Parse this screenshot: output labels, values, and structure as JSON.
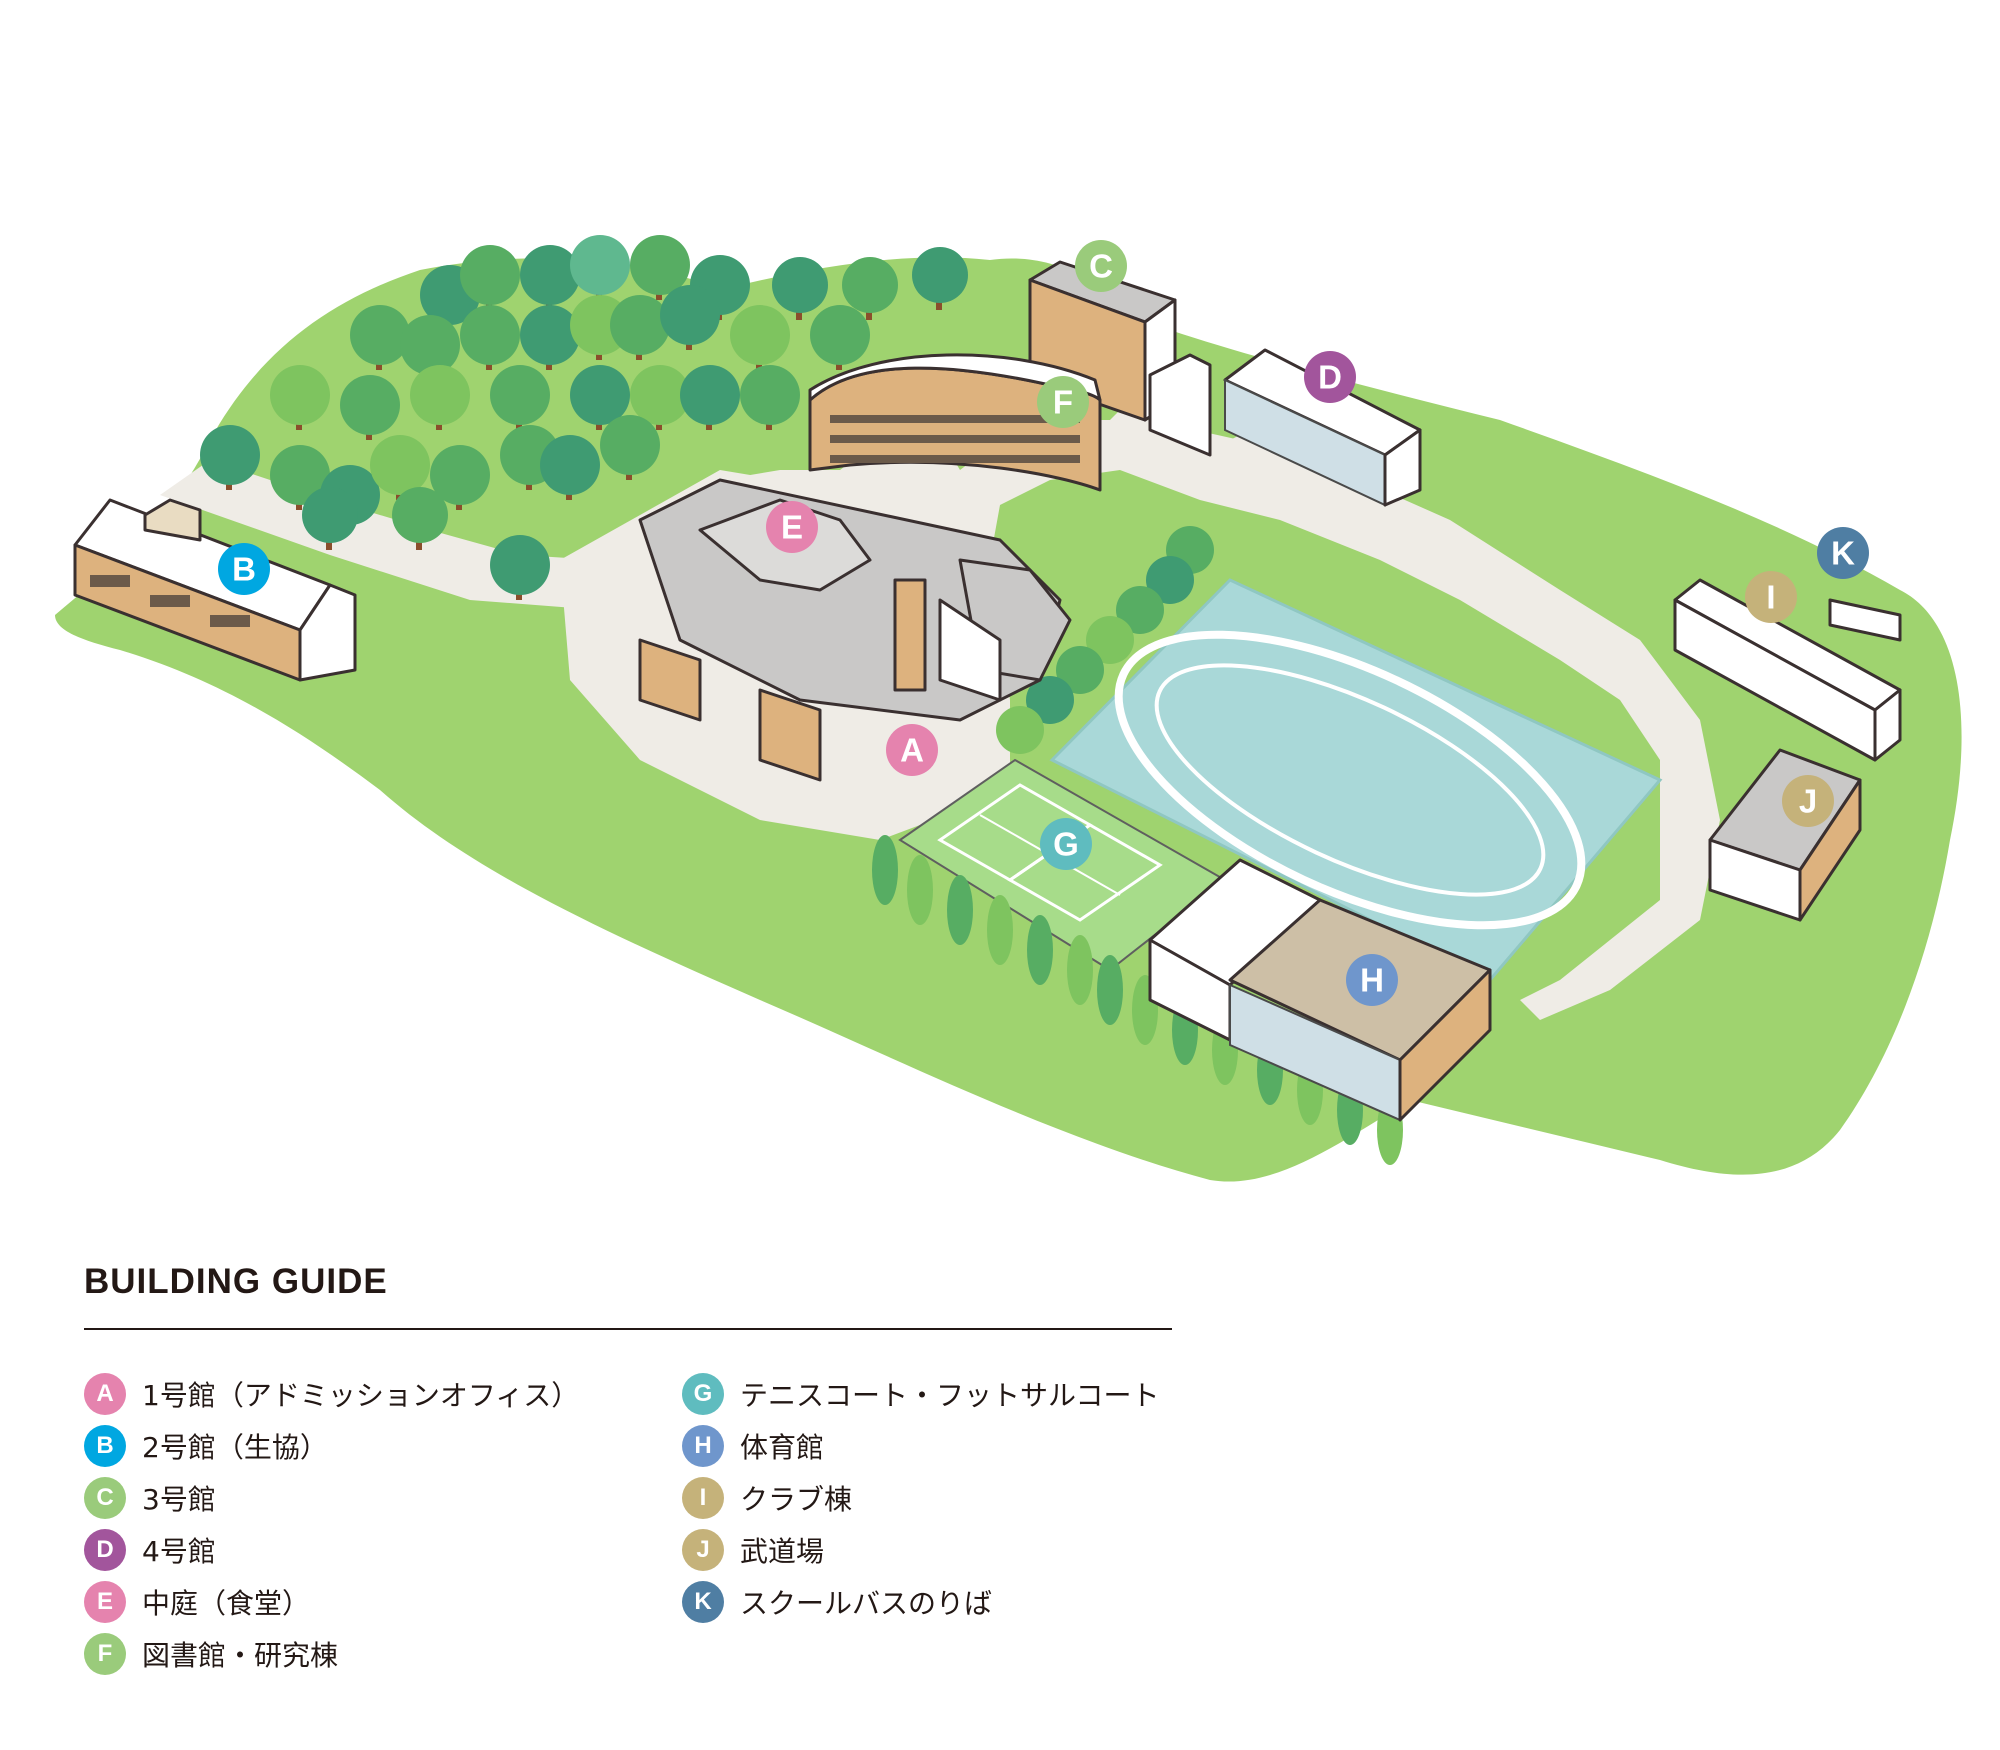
{
  "legend": {
    "title": "BUILDING GUIDE",
    "items": [
      {
        "key": "A",
        "label": "1号館（アドミッションオフィス）",
        "color": "#e583ae"
      },
      {
        "key": "B",
        "label": "2号館（生協）",
        "color": "#00a7e1"
      },
      {
        "key": "C",
        "label": "3号館",
        "color": "#9acb7b"
      },
      {
        "key": "D",
        "label": "4号館",
        "color": "#a2559c"
      },
      {
        "key": "E",
        "label": "中庭（食堂）",
        "color": "#e583ae"
      },
      {
        "key": "F",
        "label": "図書館・研究棟",
        "color": "#9acb7b"
      },
      {
        "key": "G",
        "label": "テニスコート・フットサルコート",
        "color": "#5fbcbf"
      },
      {
        "key": "H",
        "label": "体育館",
        "color": "#6f96cc"
      },
      {
        "key": "I",
        "label": "クラブ棟",
        "color": "#c5b27a"
      },
      {
        "key": "J",
        "label": "武道場",
        "color": "#c5b27a"
      },
      {
        "key": "K",
        "label": "スクールバスのりば",
        "color": "#4f7ea3"
      }
    ]
  },
  "colors": {
    "lawn": "#9fd36f",
    "lawn_dark": "#87c35a",
    "road": "#efece6",
    "field": "#a9d8d8",
    "court": "#a7dc8a",
    "tree_dark": "#3f9b72",
    "tree_mid": "#57ad63",
    "tree_light": "#7ec45f",
    "building_tan": "#ddb27e",
    "roof_gray": "#c9c8c7"
  }
}
